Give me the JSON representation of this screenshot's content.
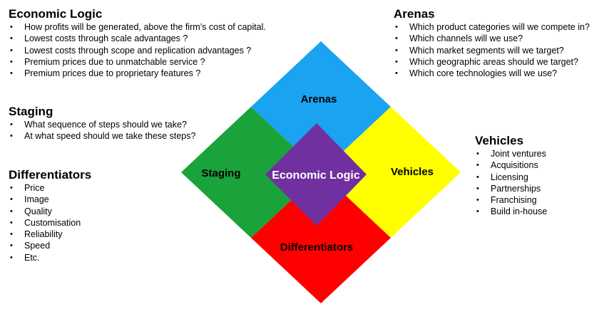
{
  "economic_logic": {
    "title": "Economic Logic",
    "items": [
      "How profits will be generated, above the firm’s cost of capital.",
      "Lowest costs through scale advantages ?",
      "Lowest costs through scope and replication advantages ?",
      "Premium prices due to unmatchable service ?",
      "Premium prices due to proprietary features ?"
    ]
  },
  "arenas": {
    "title": "Arenas",
    "items": [
      "Which product categories will we compete in?",
      "Which channels will we use?",
      "Which market segments will we target?",
      "Which geographic areas should we target?",
      "Which core technologies will we use?"
    ]
  },
  "staging": {
    "title": "Staging",
    "items": [
      "What sequence of steps should we take?",
      "At what speed should we take these steps?"
    ]
  },
  "vehicles": {
    "title": "Vehicles",
    "items": [
      "Joint ventures",
      "Acquisitions",
      "Licensing",
      "Partnerships",
      "Franchising",
      "Build in-house"
    ]
  },
  "differentiators": {
    "title": "Differentiators",
    "items": [
      "Price",
      "Image",
      "Quality",
      "Customisation",
      "Reliability",
      "Speed",
      "Etc."
    ]
  },
  "bullet_glyph": "•",
  "diagram": {
    "arenas_label": "Arenas",
    "staging_label": "Staging",
    "vehicles_label": "Vehicles",
    "differentiators_label": "Differentiators",
    "center_label": "Economic Logic",
    "colors": {
      "arenas": "#1aa3f0",
      "staging": "#1aa33a",
      "vehicles": "#ffff00",
      "differentiators": "#ff0000",
      "center": "#7030a0",
      "center_text": "#ffffff"
    }
  }
}
